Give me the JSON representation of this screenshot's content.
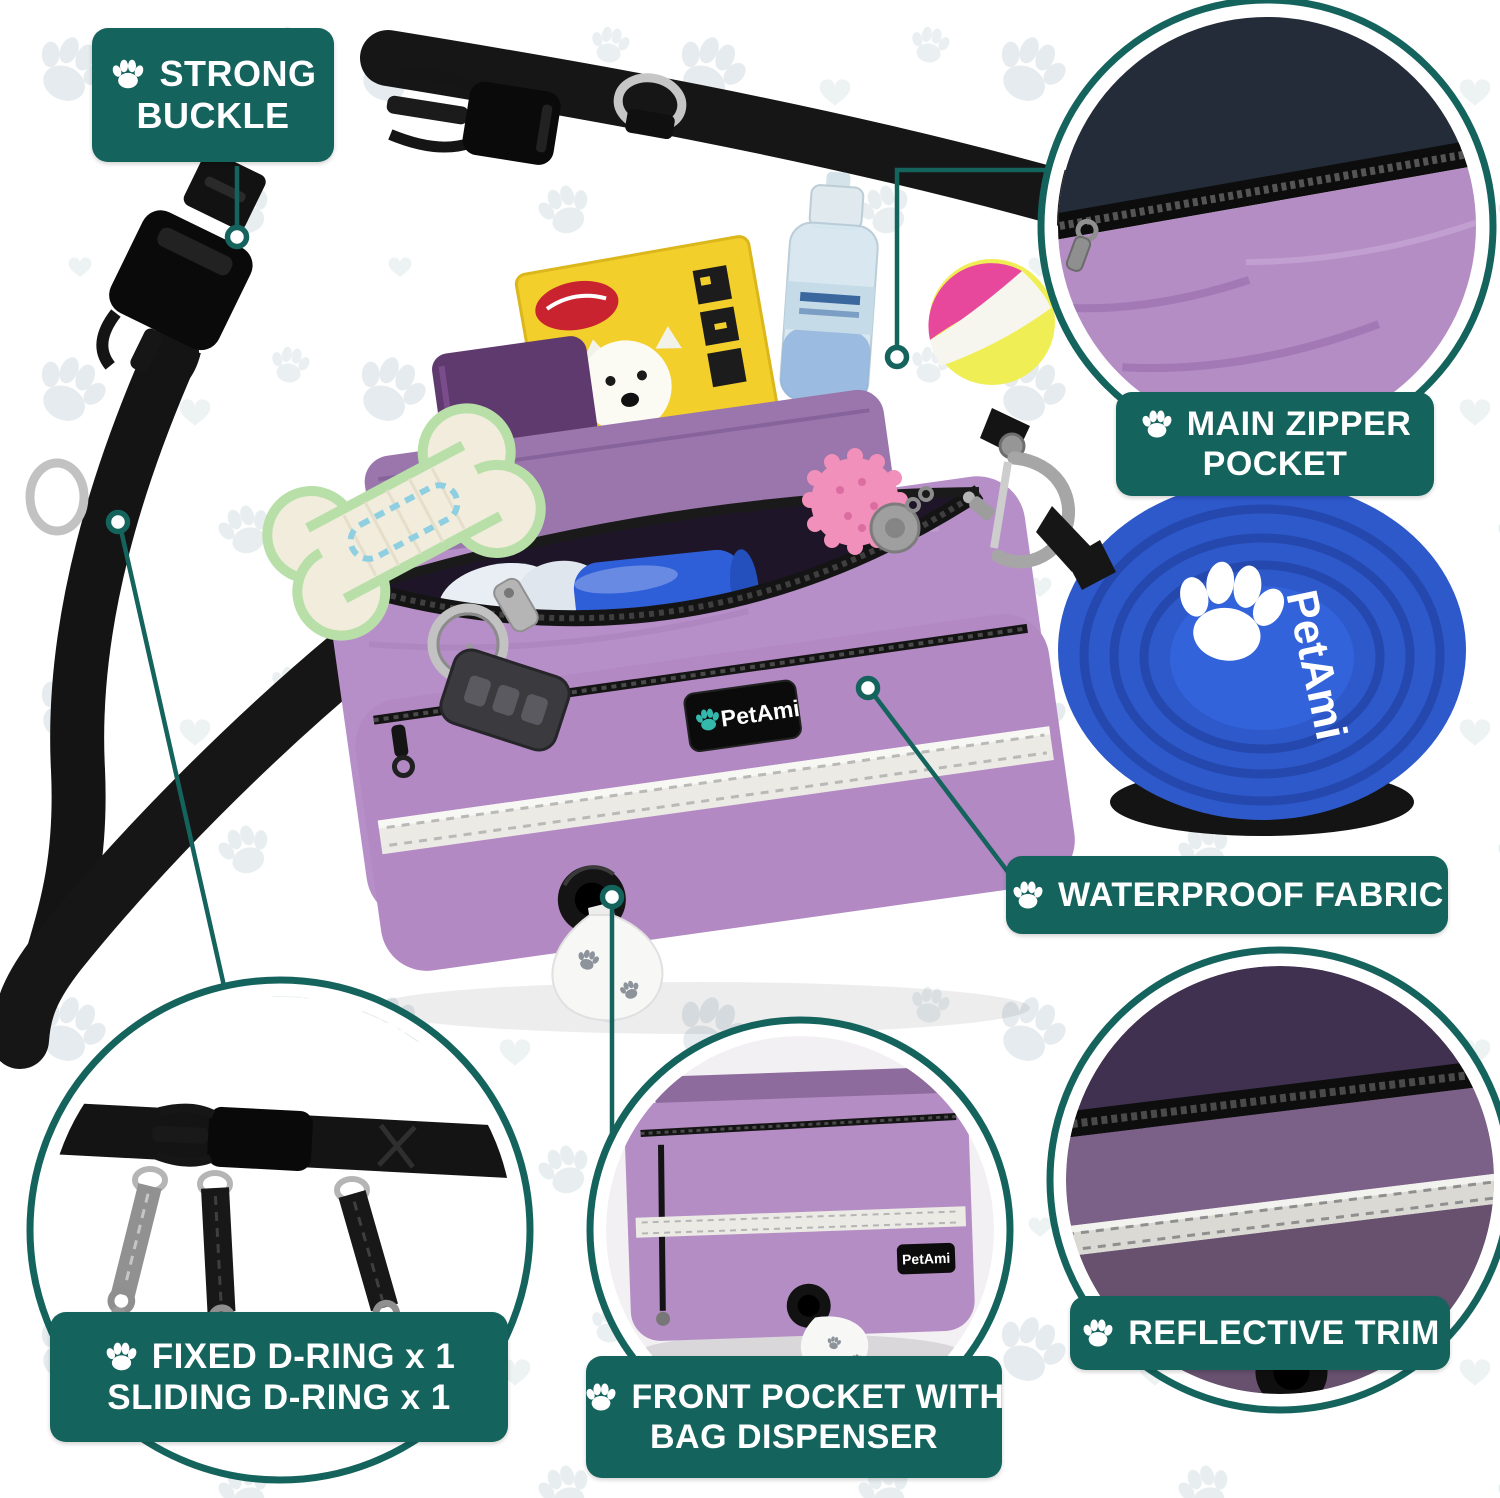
{
  "brand": {
    "name": "PetAmi"
  },
  "callouts": {
    "strong_buckle": {
      "line1": "STRONG",
      "line2": "BUCKLE"
    },
    "main_zipper_pocket": {
      "line1": "MAIN ZIPPER",
      "line2": "POCKET"
    },
    "waterproof_fabric": {
      "line1": "WATERPROOF FABRIC"
    },
    "reflective_trim": {
      "line1": "REFLECTIVE TRIM"
    },
    "front_pocket": {
      "line1": "FRONT POCKET WITH",
      "line2": "BAG DISPENSER"
    },
    "d_rings": {
      "line1": "FIXED D-RING x 1",
      "line2": "SLIDING D-RING x 1"
    }
  },
  "product": {
    "bag_label": "PetAmi",
    "bowl_label": "PetAmi",
    "inset_bag_label": "PetAmi"
  },
  "colors": {
    "callout_bg": "#15635d",
    "callout_text": "#ffffff",
    "connector": "#15635d",
    "bag_purple": "#b58dc5",
    "bag_purple_dark": "#9a76ac",
    "bowl_blue": "#2e59cb",
    "strap_black": "#161616",
    "pattern_gray": "#e6ecee"
  }
}
